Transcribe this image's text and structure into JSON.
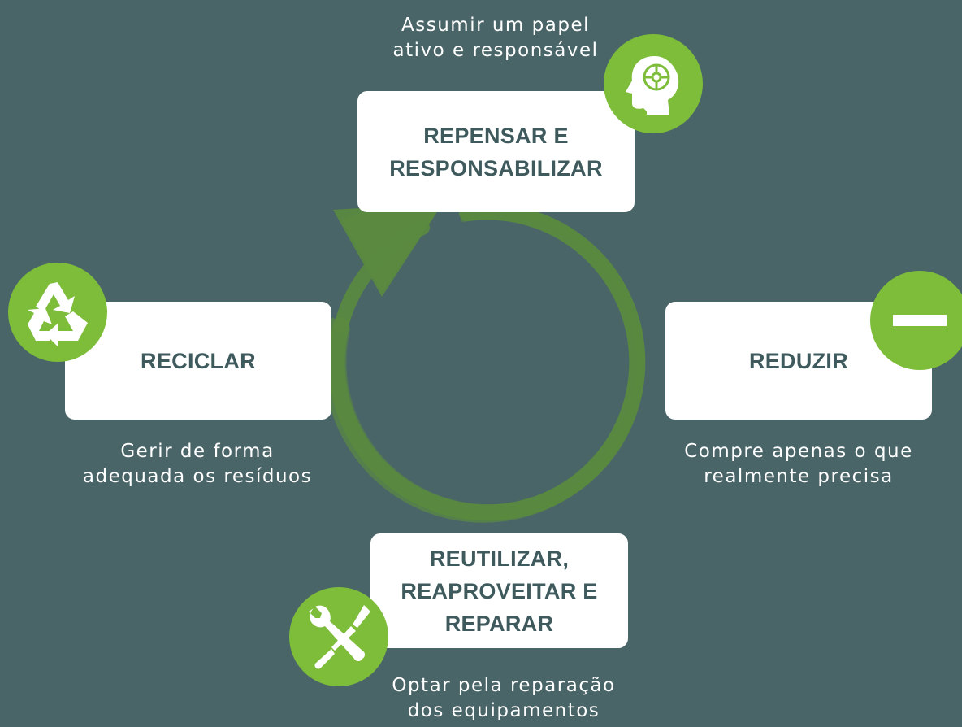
{
  "colors": {
    "background": "#4a6568",
    "box": "#ffffff",
    "box_text": "#3f5a5d",
    "badge": "#7ebd3a",
    "cycle_arrow": "#5a8a3f"
  },
  "steps": {
    "repensar": {
      "title": "REPENSAR E\nRESPONSABILIZAR",
      "caption": "Assumir um papel\nativo e responsável",
      "icon": "head-brain-icon"
    },
    "reduzir": {
      "title": "REDUZIR",
      "caption": "Compre apenas o que\nrealmente precisa",
      "icon": "minus-icon"
    },
    "reutilizar": {
      "title": "REUTILIZAR,\nREAPROVEITAR E\nREPARAR",
      "caption": "Optar pela reparação\ndos equipamentos",
      "icon": "wrench-screwdriver-icon"
    },
    "reciclar": {
      "title": "RECICLAR",
      "caption": "Gerir de forma\nadequada os resíduos",
      "icon": "recycle-icon"
    }
  }
}
